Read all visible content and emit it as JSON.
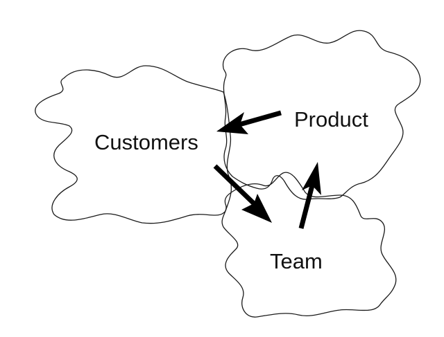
{
  "diagram": {
    "nodes": [
      {
        "id": "customers",
        "label": "Customers"
      },
      {
        "id": "product",
        "label": "Product"
      },
      {
        "id": "team",
        "label": "Team"
      }
    ],
    "edges": [
      {
        "from": "product",
        "to": "customers"
      },
      {
        "from": "customers",
        "to": "team"
      },
      {
        "from": "team",
        "to": "product"
      }
    ],
    "colors": {
      "stroke": "#1a1a1a",
      "arrow": "#000000",
      "text": "#111111",
      "background": "#ffffff"
    }
  }
}
